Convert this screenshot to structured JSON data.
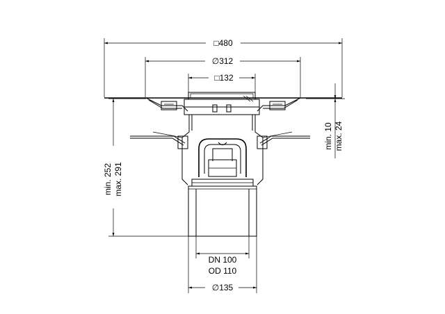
{
  "dimensions": {
    "top_width": "□480",
    "flange_diameter": "∅312",
    "grate_size": "□132",
    "height_min": "min. 252",
    "height_max": "max. 291",
    "adjust_min": "min. 10",
    "adjust_max": "max. 24",
    "pipe_dn": "DN 100",
    "pipe_od": "OD 110",
    "outer_diameter": "∅135"
  },
  "colors": {
    "line": "#000000",
    "background": "#ffffff"
  }
}
